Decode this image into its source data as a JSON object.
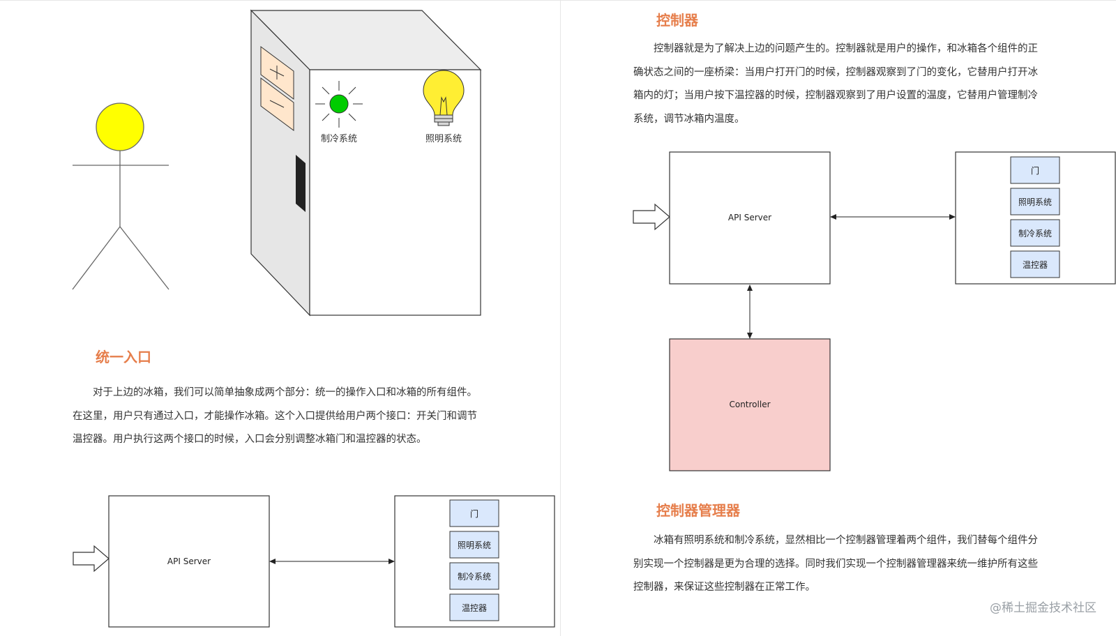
{
  "left_page": {
    "illustration": {
      "cooling_label": "制冷系统",
      "lighting_label": "照明系统"
    },
    "section_unified_entry": {
      "heading": "统一入口",
      "paragraph": "对于上边的冰箱，我们可以简单抽象成两个部分：统一的操作入口和冰箱的所有组件。在这里，用户只有通过入口，才能操作冰箱。这个入口提供给用户两个接口：开关门和调节温控器。用户执行这两个接口的时候，入口会分别调整冰箱门和温控器的状态。"
    },
    "diagram": {
      "server_label": "API Server",
      "components": [
        "门",
        "照明系统",
        "制冷系统",
        "温控器"
      ]
    }
  },
  "right_page": {
    "section_controller": {
      "heading": "控制器",
      "paragraph": "控制器就是为了解决上边的问题产生的。控制器就是用户的操作，和冰箱各个组件的正确状态之间的一座桥梁：当用户打开门的时候，控制器观察到了门的变化，它替用户打开冰箱内的灯；当用户按下温控器的时候，控制器观察到了用户设置的温度，它替用户管理制冷系统，调节冰箱内温度。"
    },
    "diagram": {
      "server_label": "API Server",
      "controller_label": "Controller",
      "components": [
        "门",
        "照明系统",
        "制冷系统",
        "温控器"
      ]
    },
    "section_controller_manager": {
      "heading": "控制器管理器",
      "paragraph": "冰箱有照明系统和制冷系统，显然相比一个控制器管理着两个组件，我们替每个组件分别实现一个控制器是更为合理的选择。同时我们实现一个控制器管理器来统一维护所有这些控制器，来保证这些控制器在正常工作。"
    }
  },
  "watermark": "@稀土掘金技术社区",
  "colors": {
    "heading": "#e67e4b",
    "component_fill": "#dae8fc",
    "component_stroke": "#6c8ebf",
    "controller_fill": "#f8cecc",
    "controller_stroke": "#b85450",
    "head_fill": "#ffff00",
    "bulb_fill": "#ffee33",
    "light_green": "#00cc00",
    "panel_fill": "#ffe6cc"
  }
}
